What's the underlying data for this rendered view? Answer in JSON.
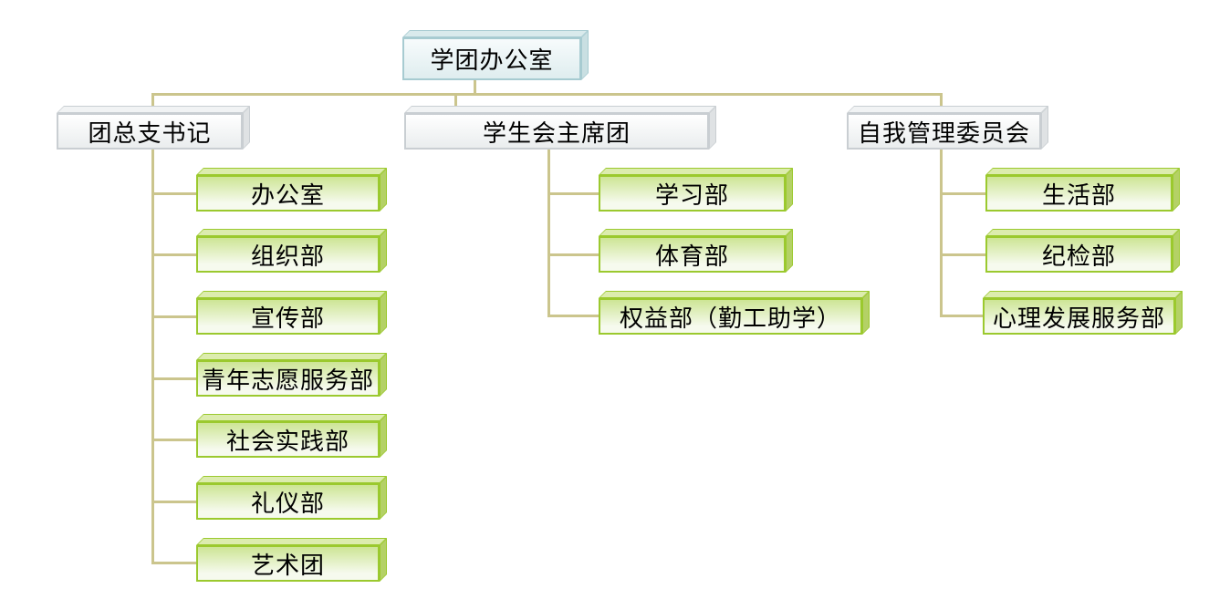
{
  "colors": {
    "line": "#cbc58d",
    "text": "#000000",
    "tealBorder": "#a7cbd1",
    "tealFaceA": "#f7fbfc",
    "tealFaceB": "#dfedef",
    "tealTop": "#d9eaec",
    "tealSide": "#c9dfe2",
    "greyBorder": "#c9ced2",
    "greyFaceA": "#ffffff",
    "greyFaceB": "#eaedee",
    "greyTop": "#f1f3f4",
    "greySide": "#dfe2e4",
    "greenBorder": "#9bc92e",
    "greenFaceA": "#cde595",
    "greenFaceB": "#f6faee",
    "greenTop": "#dcecae",
    "greenSide": "#b4d166"
  },
  "diagram": {
    "type": "org-chart",
    "root": {
      "label": "学团办公室"
    },
    "branches": [
      {
        "label": "团总支书记",
        "children": [
          "办公室",
          "组织部",
          "宣传部",
          "青年志愿服务部",
          "社会实践部",
          "礼仪部",
          "艺术团"
        ]
      },
      {
        "label": "学生会主席团",
        "children": [
          "学习部",
          "体育部",
          "权益部（勤工助学）"
        ]
      },
      {
        "label": "自我管理委员会",
        "children": [
          "生活部",
          "纪检部",
          "心理发展服务部"
        ]
      }
    ]
  }
}
